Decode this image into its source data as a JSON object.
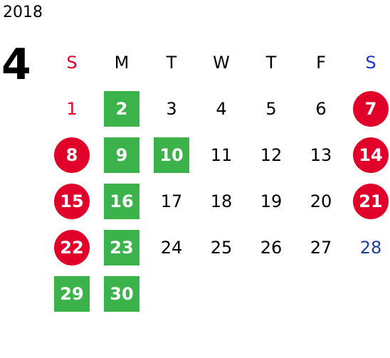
{
  "year": "2018",
  "month": "4",
  "weekdays": [
    "S",
    "M",
    "T",
    "W",
    "T",
    "F",
    "S"
  ],
  "weeks": [
    [
      {
        "day": "1",
        "style": "red-text"
      },
      {
        "day": "2",
        "style": "green"
      },
      {
        "day": "3",
        "style": "plain"
      },
      {
        "day": "4",
        "style": "plain"
      },
      {
        "day": "5",
        "style": "plain"
      },
      {
        "day": "6",
        "style": "plain"
      },
      {
        "day": "7",
        "style": "red-circle"
      }
    ],
    [
      {
        "day": "8",
        "style": "red-circle"
      },
      {
        "day": "9",
        "style": "green"
      },
      {
        "day": "10",
        "style": "green"
      },
      {
        "day": "11",
        "style": "plain"
      },
      {
        "day": "12",
        "style": "plain"
      },
      {
        "day": "13",
        "style": "plain"
      },
      {
        "day": "14",
        "style": "red-circle"
      }
    ],
    [
      {
        "day": "15",
        "style": "red-circle"
      },
      {
        "day": "16",
        "style": "green"
      },
      {
        "day": "17",
        "style": "plain"
      },
      {
        "day": "18",
        "style": "plain"
      },
      {
        "day": "19",
        "style": "plain"
      },
      {
        "day": "20",
        "style": "plain"
      },
      {
        "day": "21",
        "style": "red-circle"
      }
    ],
    [
      {
        "day": "22",
        "style": "red-circle"
      },
      {
        "day": "23",
        "style": "green"
      },
      {
        "day": "24",
        "style": "plain"
      },
      {
        "day": "25",
        "style": "plain"
      },
      {
        "day": "26",
        "style": "plain"
      },
      {
        "day": "27",
        "style": "plain"
      },
      {
        "day": "28",
        "style": "blue-text"
      }
    ],
    [
      {
        "day": "29",
        "style": "green"
      },
      {
        "day": "30",
        "style": "green"
      },
      {
        "day": "",
        "style": "empty"
      },
      {
        "day": "",
        "style": "empty"
      },
      {
        "day": "",
        "style": "empty"
      },
      {
        "day": "",
        "style": "empty"
      },
      {
        "day": "",
        "style": "empty"
      }
    ]
  ],
  "colors": {
    "red": "#e0002a",
    "green": "#3cb24a",
    "blue_day": "#1f3fa0",
    "saturday_header": "#1a35d4"
  }
}
